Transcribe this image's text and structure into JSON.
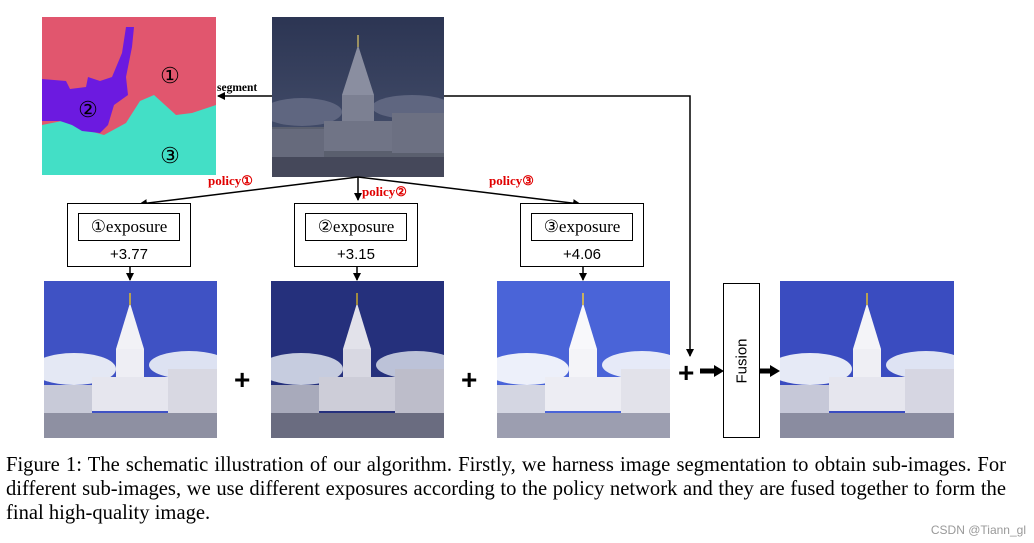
{
  "segmentation": {
    "region_labels": [
      "①",
      "②",
      "③"
    ],
    "colors": {
      "region1": "#e1566e",
      "region2": "#6c1ae0",
      "region3": "#43dfc6"
    }
  },
  "arrows": {
    "segment_label": "segment",
    "policy_labels": [
      "policy①",
      "policy②",
      "policy③"
    ]
  },
  "exposures": [
    {
      "label": "①exposure",
      "value": "+3.77"
    },
    {
      "label": "②exposure",
      "value": "+3.15"
    },
    {
      "label": "③exposure",
      "value": "+4.06"
    }
  ],
  "operators": {
    "plus": "+"
  },
  "fusion": {
    "label": "Fusion"
  },
  "caption": "Figure 1: The schematic illustration of our algorithm. Firstly, we harness image segmentation to obtain sub-images. For different sub-images, we use different exposures according to the policy network and they are fused together to form the final high-quality image.",
  "watermark": "CSDN @Tiann_gl"
}
